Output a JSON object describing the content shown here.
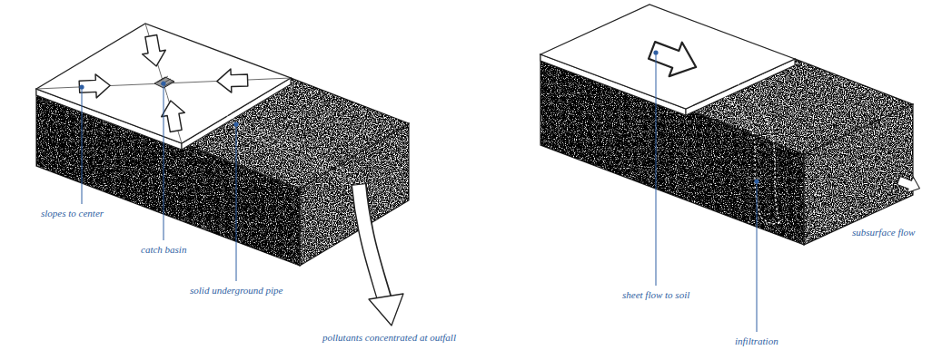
{
  "diagram": {
    "labels": [
      "slopes to center",
      "catch basin",
      "solid underground pipe",
      "pollutants concentrated at outfall",
      "sheet flow to soil",
      "infiltration",
      "subsurface flow"
    ]
  }
}
